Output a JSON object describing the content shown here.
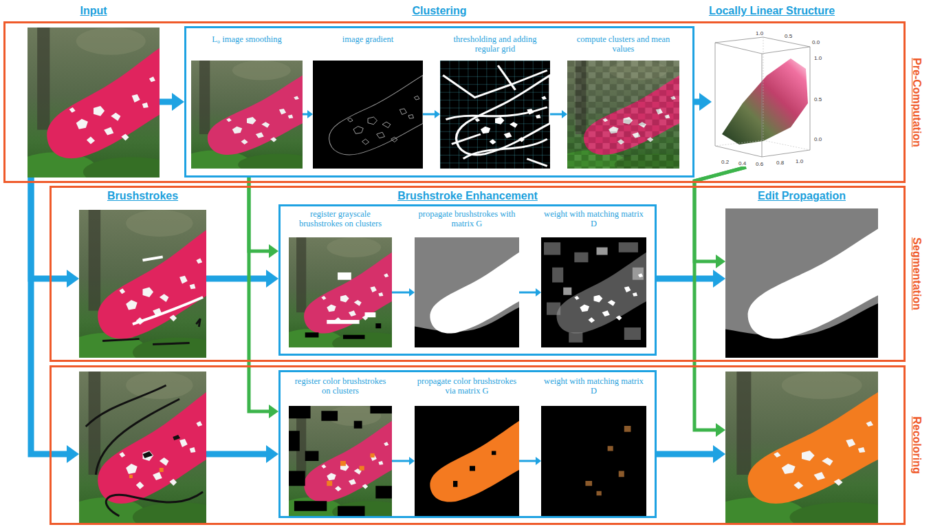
{
  "diagram": {
    "nodes": [
      {
        "text": [
          "Pre-Computation"
        ]
      },
      {
        "text": [
          "Input"
        ],
        "in": 0
      },
      {
        "text": [
          "Clustering"
        ],
        "in": 0
      },
      {
        "text": [
          "L₀ image smoothing"
        ],
        "in": 2
      },
      {
        "text": [
          "image gradient"
        ],
        "in": 2
      },
      {
        "text": [
          "thresholding and adding regular grid"
        ],
        "in": 2
      },
      {
        "text": [
          "compute clusters and mean values"
        ],
        "in": 2
      },
      {
        "text": [
          "Locally Linear Structure"
        ],
        "in": 0
      },
      {
        "text": [
          "Segmentation"
        ]
      },
      {
        "text": [
          "Brushstrokes"
        ],
        "in": 8
      },
      {
        "text": [
          "Brushstroke Enhancement"
        ],
        "in": 8
      },
      {
        "text": [
          "register grayscale brushstrokes on clusters"
        ],
        "in": 10
      },
      {
        "text": [
          "propagate brushstrokes with matrix G"
        ],
        "in": 10
      },
      {
        "text": [
          "weight with matching matrix D"
        ],
        "in": 10
      },
      {
        "text": [
          "Edit Propagation"
        ],
        "in": 8
      },
      {
        "text": [
          "Recoloring"
        ]
      },
      {
        "text": [],
        "in": 15
      },
      {
        "text": [],
        "in": 15
      },
      {
        "text": [
          "register color brushstrokes on clusters"
        ],
        "in": 17
      },
      {
        "text": [
          "propagate color brushstrokes via matrix G"
        ],
        "in": 17
      },
      {
        "text": [
          "weight with matching matrix D"
        ],
        "in": 17
      },
      {
        "text": [],
        "in": 15
      }
    ],
    "edges": [
      {
        "from": 1,
        "to": 2,
        "arrow": "to"
      },
      {
        "from": 3,
        "to": 4,
        "arrow": "to"
      },
      {
        "from": 4,
        "to": 5,
        "arrow": "to"
      },
      {
        "from": 5,
        "to": 6,
        "arrow": "to"
      },
      {
        "from": 2,
        "to": 7,
        "arrow": "to"
      },
      {
        "from": 1,
        "to": 9,
        "arrow": "to"
      },
      {
        "from": 1,
        "to": 16,
        "arrow": "to"
      },
      {
        "from": 9,
        "to": 10,
        "arrow": "to"
      },
      {
        "from": 11,
        "to": 12,
        "arrow": "to"
      },
      {
        "from": 12,
        "to": 13,
        "arrow": "to"
      },
      {
        "from": 10,
        "to": 14,
        "arrow": "to"
      },
      {
        "from": 2,
        "to": 10,
        "arrow": "to"
      },
      {
        "from": 2,
        "to": 17,
        "arrow": "to"
      },
      {
        "from": 7,
        "to": 14,
        "arrow": "to"
      },
      {
        "from": 7,
        "to": 21,
        "arrow": "to"
      },
      {
        "from": 16,
        "to": 17,
        "arrow": "to"
      },
      {
        "from": 18,
        "to": 19,
        "arrow": "to"
      },
      {
        "from": 19,
        "to": 20,
        "arrow": "to"
      },
      {
        "from": 17,
        "to": 21,
        "arrow": "to"
      }
    ],
    "labels": [
      "1.0",
      "0.5",
      "0.0",
      "1.0",
      "0.5",
      "0.0",
      "0.2",
      "0.4",
      "0.6",
      "0.8",
      "1.0"
    ]
  }
}
